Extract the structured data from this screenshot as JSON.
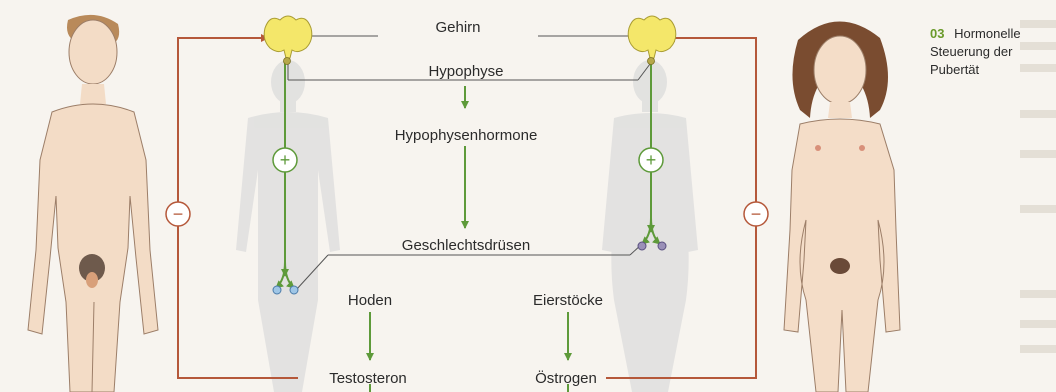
{
  "caption": {
    "number": "03",
    "lines": [
      "Hormonelle",
      "Steuerung der",
      "Pubertät"
    ],
    "number_color": "#6a9a2a"
  },
  "labels": {
    "brain": "Gehirn",
    "pituitary": "Hypophyse",
    "pituitary_hormones": "Hypophysenhormone",
    "gonads": "Geschlechtsdrüsen",
    "testes": "Hoden",
    "ovaries": "Eierstöcke",
    "testosterone": "Testosteron",
    "estrogen": "Östrogen"
  },
  "signs": {
    "stimulate": "+",
    "inhibit": "−"
  },
  "colors": {
    "stimulation_arrow": "#5e9a3a",
    "feedback_arrow": "#b5583a",
    "brain_fill": "#f4e76a",
    "connector": "#555555",
    "testis_fill": "#9fc6e6",
    "ovary_fill": "#9a90b8"
  }
}
